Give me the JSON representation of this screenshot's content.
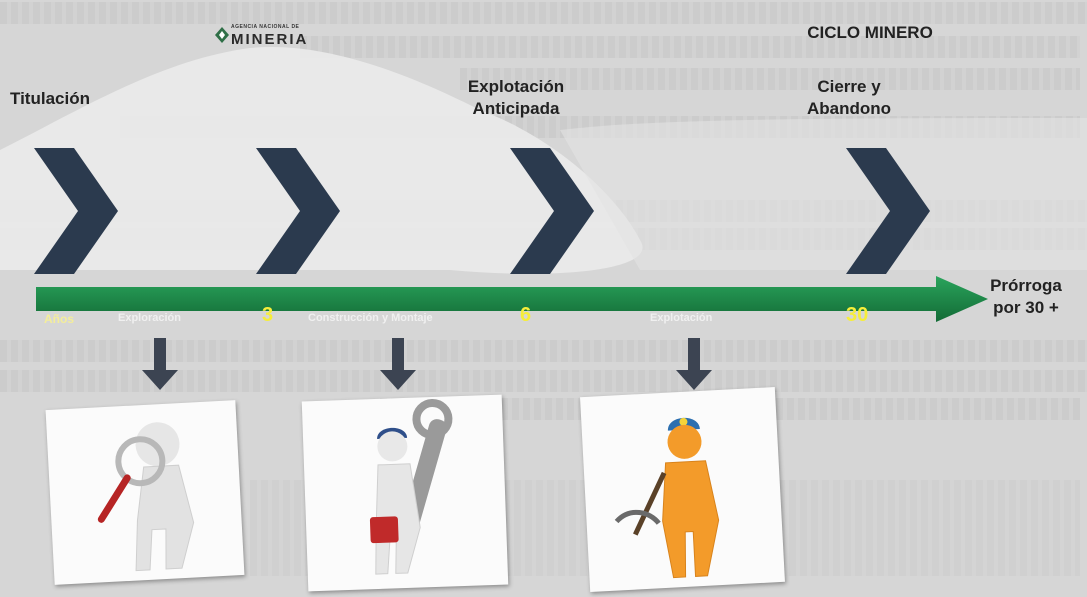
{
  "header": {
    "logo_small": "AGENCIA NACIONAL DE",
    "logo_main": "MINERIA",
    "title": "CICLO MINERO"
  },
  "stages": [
    {
      "label": "Titulación"
    },
    {
      "label": "Explotación Anticipada"
    },
    {
      "label": "Cierre y Abandono"
    }
  ],
  "timeline": {
    "start_label": "Años",
    "phases": [
      "Exploración",
      "Construcción y Montaje",
      "Explotación"
    ],
    "year_marks": [
      "3",
      "6",
      "30"
    ],
    "extension": "Prórroga por 30 +"
  },
  "icons": [
    "magnifier-person-icon",
    "worker-with-wrench-icon",
    "miner-with-pickaxe-icon"
  ],
  "colors": {
    "arrow": "#1c8a4a",
    "chevron": "#2b3a4e",
    "down_arrow": "#3c4452",
    "year_text": "#f6ee3a"
  }
}
